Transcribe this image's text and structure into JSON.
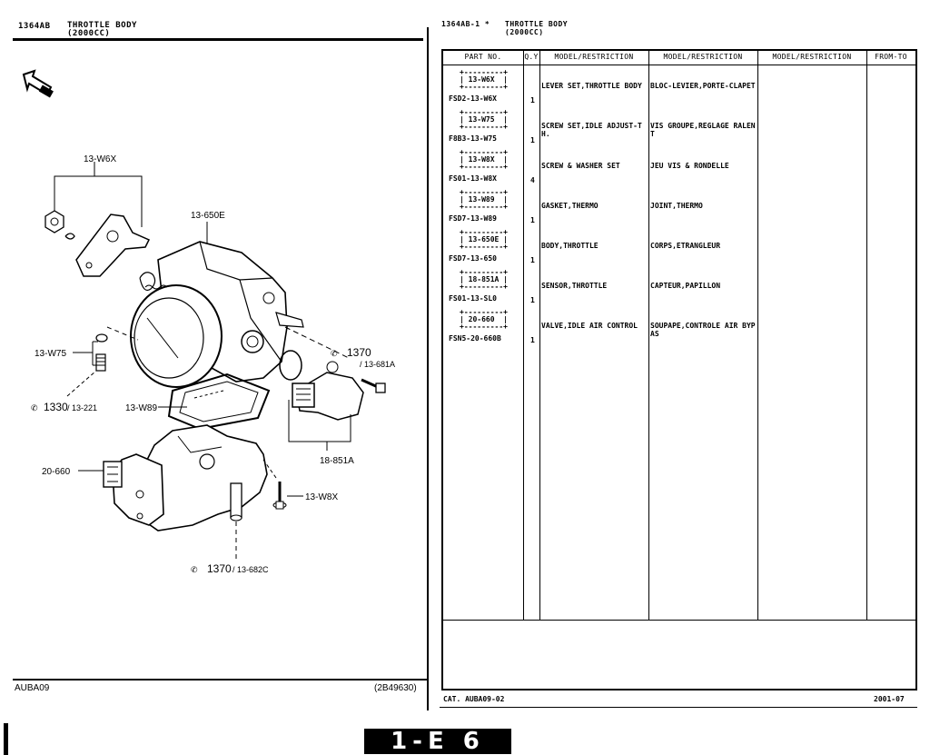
{
  "left_page": {
    "code": "1364AB",
    "title_line1": "THROTTLE BODY",
    "title_line2": "(2000CC)",
    "footer_left": "AUBA09",
    "footer_right": "(2B49630)",
    "diagram_labels": {
      "lever": "13-W6X",
      "body": "13-650E",
      "screw_set": "13-W75",
      "ref_1330": "1330",
      "ref_13_221": "/ 13-221",
      "gasket": "13-W89",
      "ref_1370": "1370",
      "ref_13_681a": "/ 13-681A",
      "sensor": "18-851A",
      "valve": "20-660",
      "screw_washer": "13-W8X",
      "ref_1370_b": "1370",
      "ref_13_682c": "/ 13-682C"
    }
  },
  "right_page": {
    "code": "1364AB-1 *",
    "title_line1": "THROTTLE BODY",
    "title_line2": "(2000CC)",
    "headers": [
      "PART NO.",
      "Q.Y",
      "MODEL/RESTRICTION",
      "MODEL/RESTRICTION",
      "MODEL/RESTRICTION",
      "FROM-TO"
    ],
    "rows": [
      {
        "box": "+---------+\n| 13-W6X  |\n+---------+",
        "part_no": "FSD2-13-W6X",
        "qty": "1",
        "desc_en": "LEVER SET,THROTTLE BODY",
        "desc_fr": "BLOC-LEVIER,PORTE-CLAPET"
      },
      {
        "box": "+---------+\n| 13-W75  |\n+---------+",
        "part_no": "F8B3-13-W75",
        "qty": "1",
        "desc_en": "SCREW SET,IDLE ADJUST-TH.",
        "desc_fr": "VIS GROUPE,REGLAGE RALENT"
      },
      {
        "box": "+---------+\n| 13-W8X  |\n+---------+",
        "part_no": "FS01-13-W8X",
        "qty": "4",
        "desc_en": "SCREW & WASHER SET",
        "desc_fr": "JEU VIS & RONDELLE"
      },
      {
        "box": "+---------+\n| 13-W89  |\n+---------+",
        "part_no": "FSD7-13-W89",
        "qty": "1",
        "desc_en": "GASKET,THERMO",
        "desc_fr": "JOINT,THERMO"
      },
      {
        "box": "+---------+\n| 13-650E |\n+---------+",
        "part_no": "FSD7-13-650",
        "qty": "1",
        "desc_en": "BODY,THROTTLE",
        "desc_fr": "CORPS,ETRANGLEUR"
      },
      {
        "box": "+---------+\n| 18-851A |\n+---------+",
        "part_no": "FS01-13-SL0",
        "qty": "1",
        "desc_en": "SENSOR,THROTTLE",
        "desc_fr": "CAPTEUR,PAPILLON"
      },
      {
        "box": "+---------+\n| 20-660  |\n+---------+",
        "part_no": "FSN5-20-660B",
        "qty": "1",
        "desc_en": "VALVE,IDLE AIR CONTROL",
        "desc_fr": "SOUPAPE,CONTROLE AIR BYPAS"
      }
    ],
    "footer_left": "CAT. AUBA09-02",
    "footer_right": "2001-07"
  },
  "page_tab": "1-E 6"
}
